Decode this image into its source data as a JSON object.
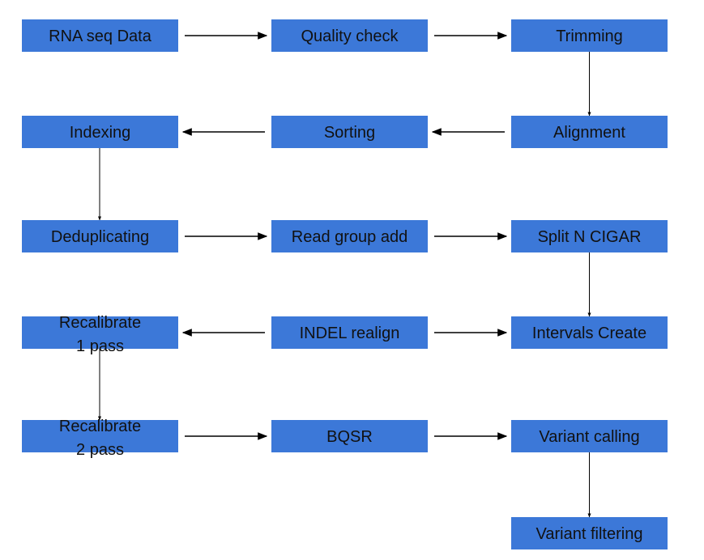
{
  "diagram": {
    "nodes": [
      {
        "id": "rna",
        "label": "RNA seq Data"
      },
      {
        "id": "qc",
        "label": "Quality check"
      },
      {
        "id": "trim",
        "label": "Trimming"
      },
      {
        "id": "align",
        "label": "Alignment"
      },
      {
        "id": "sort",
        "label": "Sorting"
      },
      {
        "id": "index",
        "label": "Indexing"
      },
      {
        "id": "dedup",
        "label": "Deduplicating"
      },
      {
        "id": "rg",
        "label": "Read group add"
      },
      {
        "id": "split",
        "label": "Split N CIGAR"
      },
      {
        "id": "intervals",
        "label": "Intervals Create"
      },
      {
        "id": "indel",
        "label": "INDEL realign"
      },
      {
        "id": "recal1",
        "label": "Recalibrate\n1 pass"
      },
      {
        "id": "recal2",
        "label": "Recalibrate\n2 pass"
      },
      {
        "id": "bqsr",
        "label": "BQSR"
      },
      {
        "id": "vc",
        "label": "Variant calling"
      },
      {
        "id": "vf",
        "label": "Variant filtering"
      }
    ],
    "edges": [
      {
        "from": "rna",
        "to": "qc"
      },
      {
        "from": "qc",
        "to": "trim"
      },
      {
        "from": "trim",
        "to": "align"
      },
      {
        "from": "align",
        "to": "sort"
      },
      {
        "from": "sort",
        "to": "index"
      },
      {
        "from": "index",
        "to": "dedup"
      },
      {
        "from": "dedup",
        "to": "rg"
      },
      {
        "from": "rg",
        "to": "split"
      },
      {
        "from": "split",
        "to": "intervals"
      },
      {
        "from": "indel",
        "to": "intervals"
      },
      {
        "from": "indel",
        "to": "recal1"
      },
      {
        "from": "recal1",
        "to": "recal2"
      },
      {
        "from": "recal2",
        "to": "bqsr"
      },
      {
        "from": "bqsr",
        "to": "vc"
      },
      {
        "from": "vc",
        "to": "vf"
      }
    ],
    "colors": {
      "node_fill": "#3c78d8",
      "text": "#111111",
      "edge": "#000000"
    }
  }
}
